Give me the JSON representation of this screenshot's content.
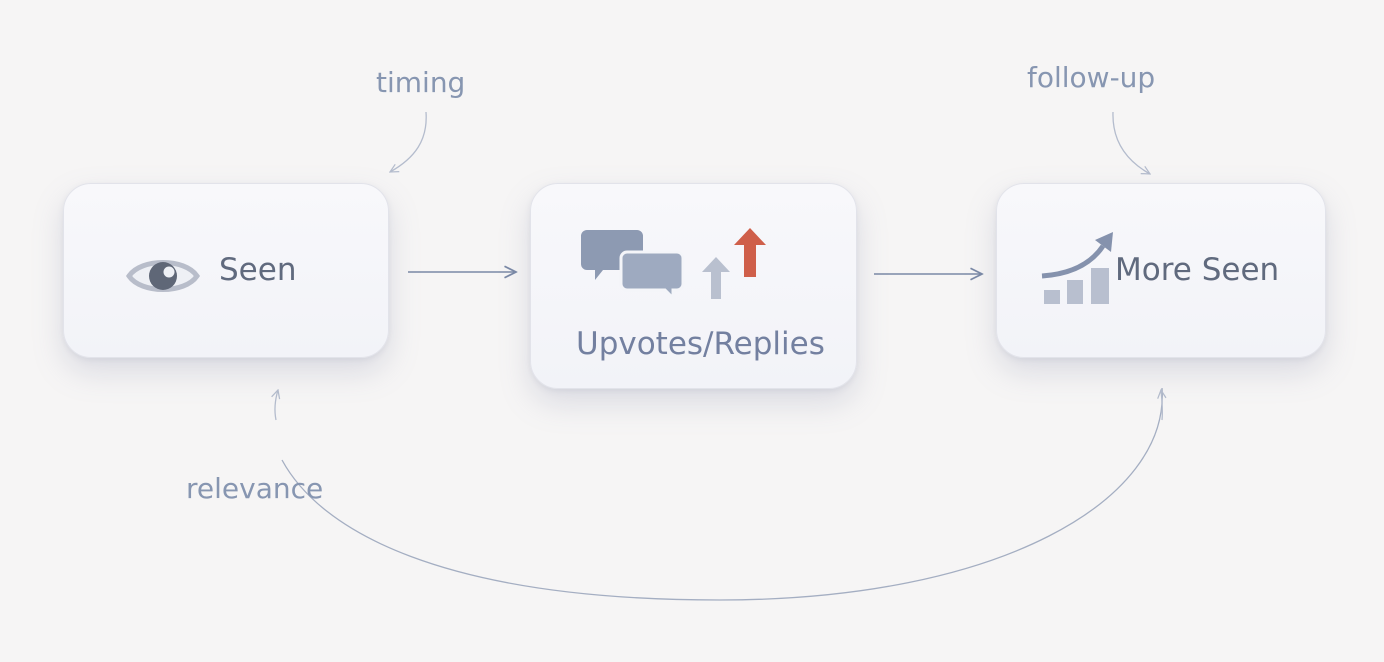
{
  "diagram": {
    "nodes": [
      {
        "id": "seen",
        "label": "Seen",
        "icon": "eye-icon"
      },
      {
        "id": "engagement",
        "label": "Upvotes/Replies",
        "icon": "chat-bubbles-upvote-icon"
      },
      {
        "id": "more_seen",
        "label": "More Seen",
        "icon": "growth-chart-icon"
      }
    ],
    "edges": [
      {
        "from": "seen",
        "to": "engagement"
      },
      {
        "from": "engagement",
        "to": "more_seen"
      },
      {
        "from": "more_seen",
        "to": "seen",
        "style": "loop-curve"
      }
    ],
    "annotations": {
      "timing": "timing",
      "follow_up": "follow-up",
      "relevance": "relevance"
    },
    "colors": {
      "text": "#606a7e",
      "annotation": "#8796b1",
      "arrow": "#7a89a6",
      "upvote_accent": "#d0604c",
      "icon_gray": "#a3acbe"
    }
  }
}
